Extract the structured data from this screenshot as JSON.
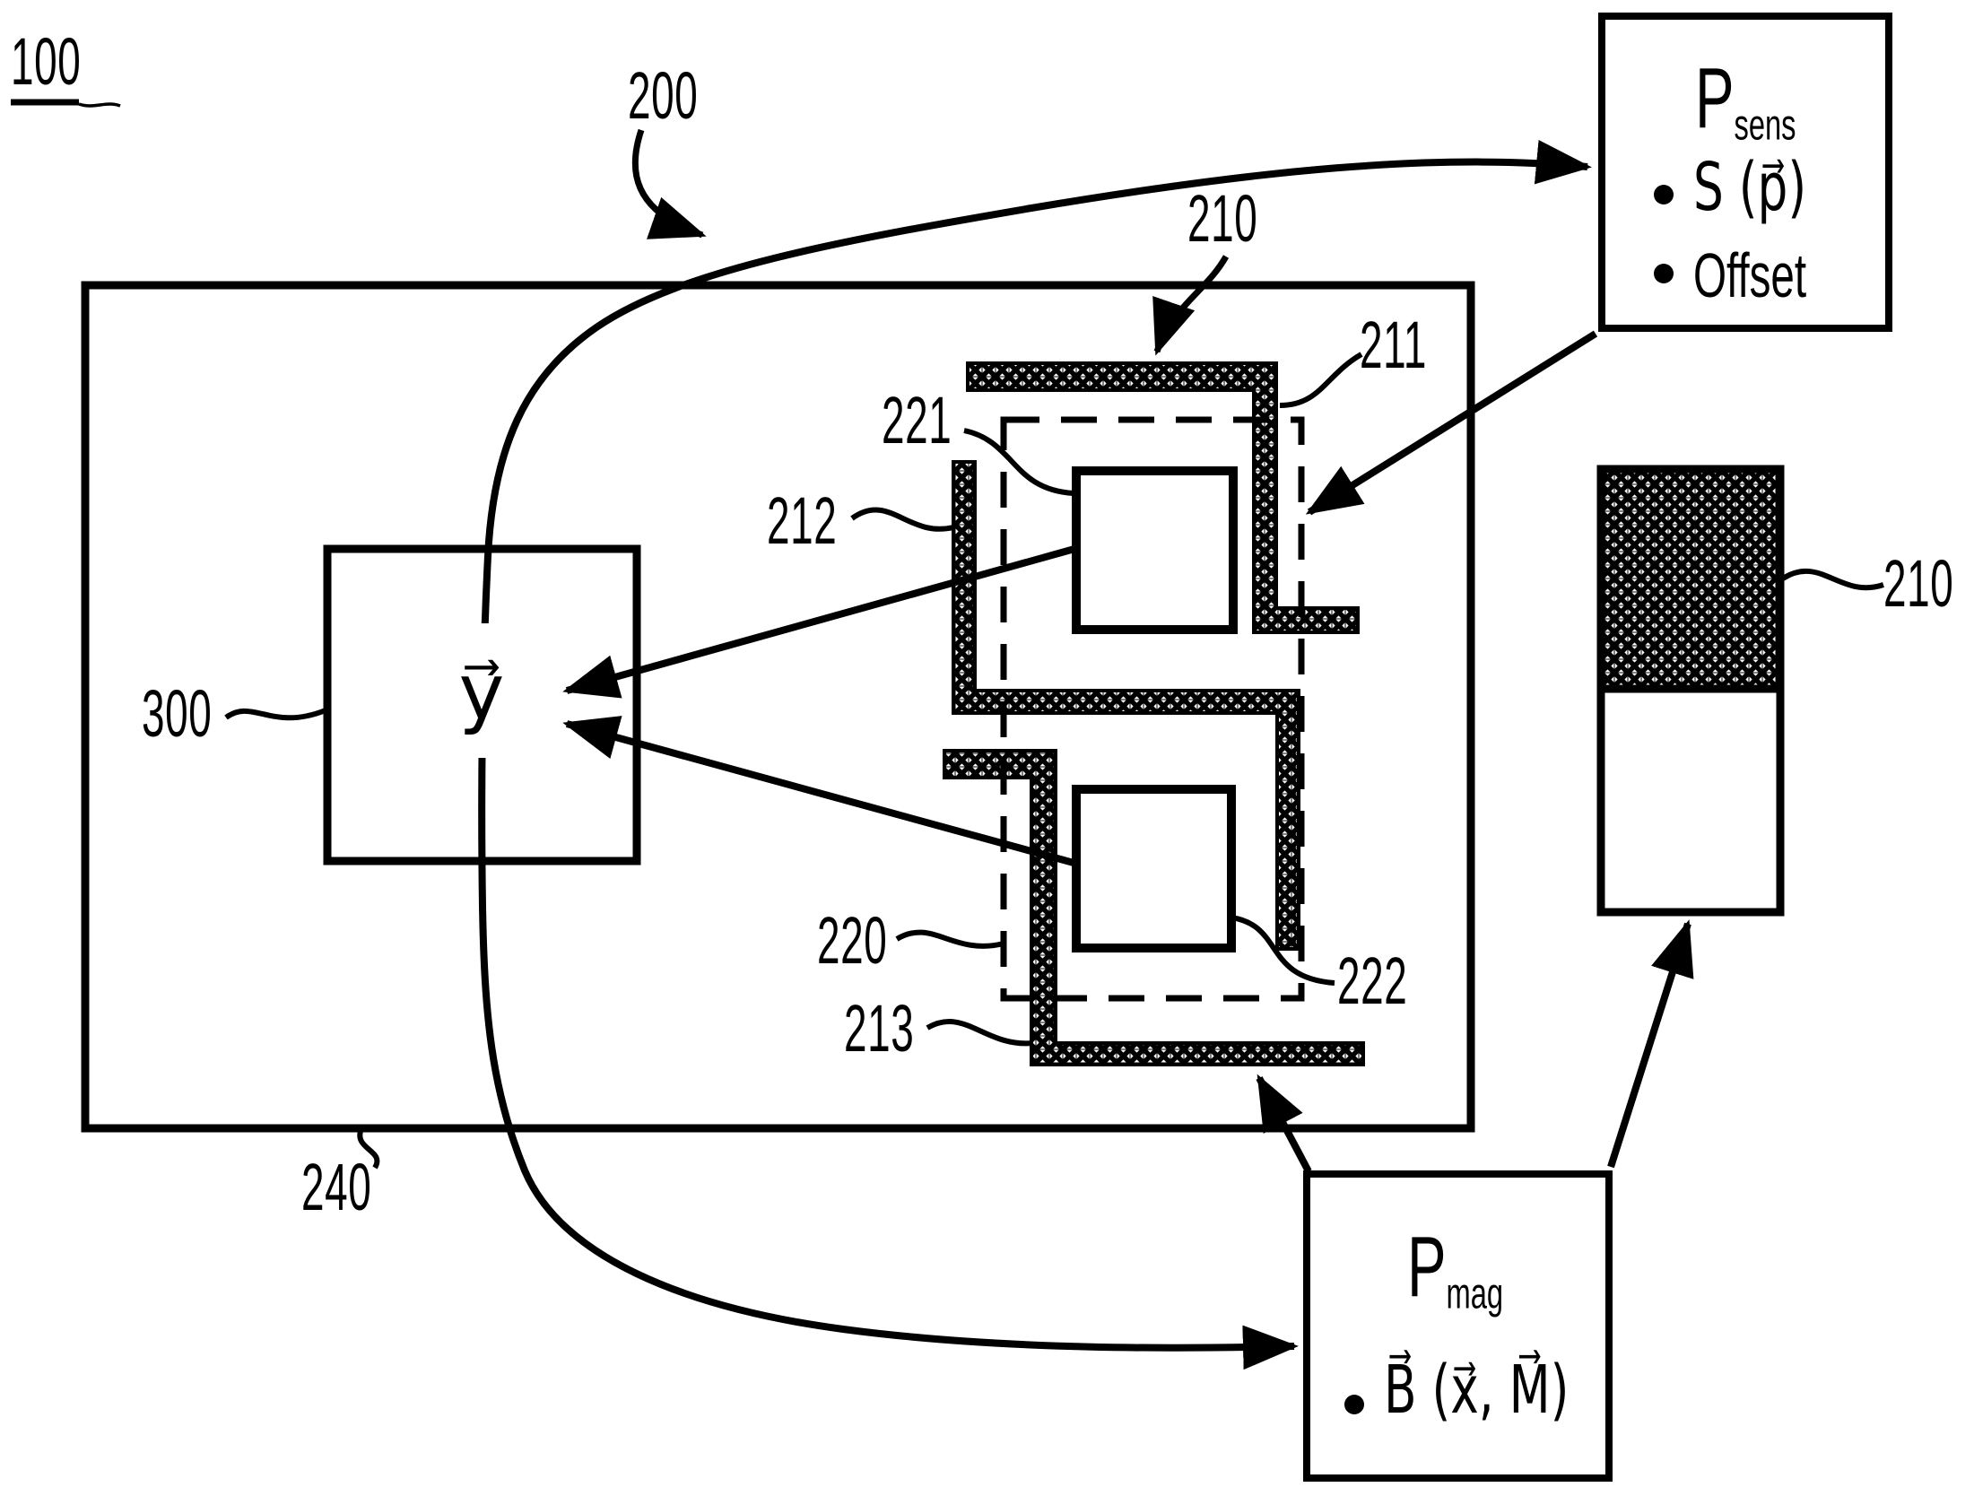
{
  "figure_id": "100",
  "labels": {
    "l100": "100",
    "l200": "200",
    "l210_top": "210",
    "l211": "211",
    "l212": "212",
    "l221": "221",
    "l220": "220",
    "l222": "222",
    "l213": "213",
    "l300": "300",
    "l240": "240",
    "l210_right": "210"
  },
  "y_square": {
    "symbol": "y⃗"
  },
  "psens": {
    "title_main": "P",
    "title_sub": "sens",
    "items": [
      "S (p⃗)",
      "Offset"
    ]
  },
  "pmag": {
    "title_main": "P",
    "title_sub": "mag",
    "items": [
      "B⃗ (x⃗, M⃗)"
    ]
  },
  "colors": {
    "ink": "#000000",
    "paper": "#ffffff"
  }
}
